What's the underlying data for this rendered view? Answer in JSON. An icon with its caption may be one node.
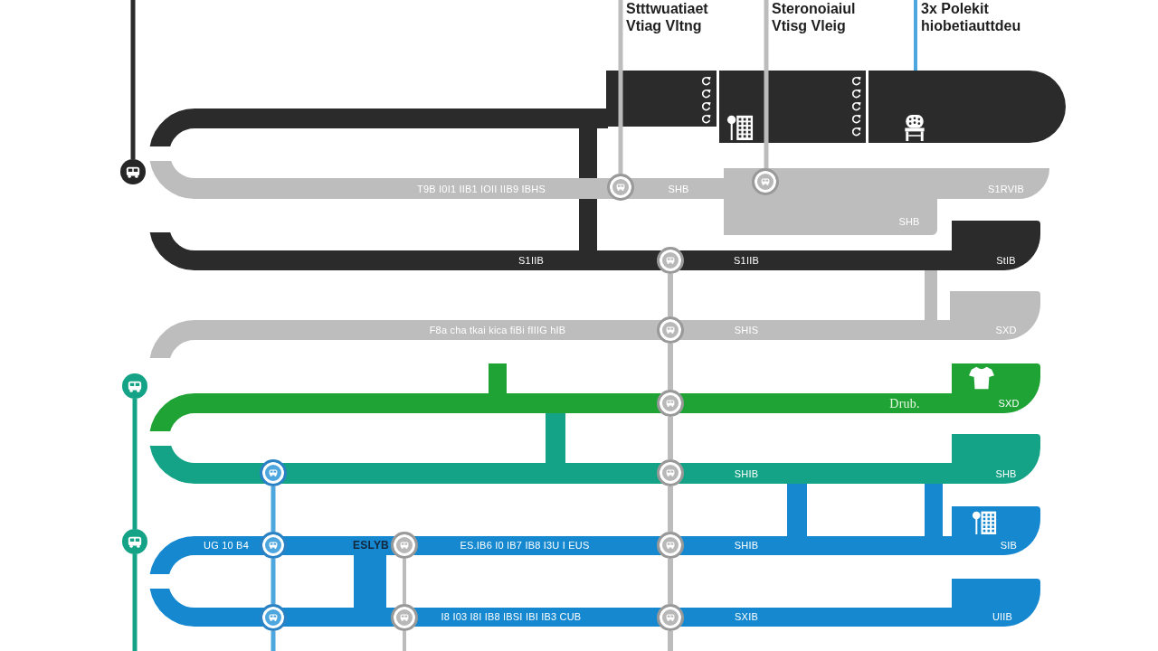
{
  "diagram": {
    "nodes": [
      {
        "text": [
          "Stttwuatiaet Vtiag Vltng"
        ]
      },
      {
        "text": [
          "Steronoiaiul Vtisg Vleig"
        ]
      },
      {
        "text": [
          "3x Polekit hiobetiauttdeu"
        ]
      },
      {
        "text": [],
        "shape": "bar"
      },
      {
        "text": [],
        "shape": "circle"
      },
      {
        "text": [
          "T9B I0I1 IIB1 IOII IIB9 IBHS",
          "SHB",
          "S1RVIB"
        ]
      },
      {
        "text": [],
        "shape": "circle"
      },
      {
        "text": [],
        "shape": "circle"
      },
      {
        "text": [
          "SHB"
        ]
      },
      {
        "text": [
          "S1IIB",
          "S1IIB",
          "StIB"
        ]
      },
      {
        "text": [],
        "shape": "circle"
      },
      {
        "text": [
          "F8a cha tkai kica fiBi fIIIG hIB",
          "SHIS",
          "SXD"
        ]
      },
      {
        "text": [],
        "shape": "circle"
      },
      {
        "text": [],
        "shape": "circle"
      },
      {
        "text": [
          "Drub.",
          "SXD"
        ]
      },
      {
        "text": [],
        "shape": "circle"
      },
      {
        "text": [
          "SHIB",
          "SHB"
        ]
      },
      {
        "text": [],
        "shape": "circle"
      },
      {
        "text": [],
        "shape": "circle"
      },
      {
        "text": [],
        "shape": "circle"
      },
      {
        "text": [
          "UG 10 B4",
          "ESLYB",
          "ES.IB6 I0 IB7 IB8 I3U I EUS",
          "SHIB",
          "SIB"
        ]
      },
      {
        "text": [],
        "shape": "circle"
      },
      {
        "text": [],
        "shape": "circle"
      },
      {
        "text": [],
        "shape": "circle"
      },
      {
        "text": [
          "I8 I03 I8I IB8 IBSI IBI IB3 CUB",
          "SXIB",
          "UIIB"
        ]
      },
      {
        "text": [],
        "shape": "circle"
      },
      {
        "text": [],
        "shape": "circle"
      },
      {
        "text": [],
        "shape": "circle"
      }
    ],
    "edges": [
      {
        "from": null,
        "to": 4,
        "arrow": "none",
        "color": "#2b2b2b"
      },
      {
        "from": 0,
        "to": 3,
        "arrow": "none"
      },
      {
        "from": 3,
        "to": 6,
        "arrow": "none"
      },
      {
        "from": 1,
        "to": 3,
        "arrow": "none"
      },
      {
        "from": 3,
        "to": 7,
        "arrow": "none"
      },
      {
        "from": 2,
        "to": 3,
        "arrow": "none",
        "color": "#4ea6df"
      },
      {
        "from": 10,
        "to": 12,
        "arrow": "none"
      },
      {
        "from": 12,
        "to": 15,
        "arrow": "none"
      },
      {
        "from": 15,
        "to": 18,
        "arrow": "none"
      },
      {
        "from": 18,
        "to": 23,
        "arrow": "none"
      },
      {
        "from": 23,
        "to": 27,
        "arrow": "none"
      },
      {
        "from": 27,
        "to": null,
        "arrow": "none"
      },
      {
        "from": 13,
        "to": 19,
        "arrow": "none",
        "color": "#14a386"
      },
      {
        "from": 19,
        "to": null,
        "arrow": "none",
        "color": "#14a386"
      },
      {
        "from": 17,
        "to": 21,
        "arrow": "none",
        "color": "#4ea6df"
      },
      {
        "from": 21,
        "to": 25,
        "arrow": "none",
        "color": "#4ea6df"
      },
      {
        "from": 25,
        "to": null,
        "arrow": "none",
        "color": "#4ea6df"
      },
      {
        "from": 22,
        "to": 26,
        "arrow": "none"
      },
      {
        "from": 26,
        "to": null,
        "arrow": "none"
      },
      {
        "from": 3,
        "to": 5,
        "arrow": "none",
        "style": "thick",
        "color": "#2b2b2b"
      },
      {
        "from": 5,
        "to": 9,
        "arrow": "none",
        "style": "thick",
        "color": "#2b2b2b"
      },
      {
        "from": 9,
        "to": 11,
        "arrow": "none",
        "style": "thick"
      },
      {
        "from": null,
        "to": 14,
        "arrow": "none",
        "style": "thick",
        "color": "#1fa335"
      },
      {
        "from": 14,
        "to": 16,
        "arrow": "none",
        "style": "thick",
        "color": "#14a386"
      },
      {
        "from": 16,
        "to": 20,
        "arrow": "none",
        "style": "thick",
        "color": "#1688d0"
      },
      {
        "from": 16,
        "to": 20,
        "arrow": "none",
        "style": "thick",
        "color": "#1688d0"
      },
      {
        "from": 20,
        "to": 24,
        "arrow": "none",
        "style": "thick",
        "color": "#1688d0"
      }
    ]
  }
}
